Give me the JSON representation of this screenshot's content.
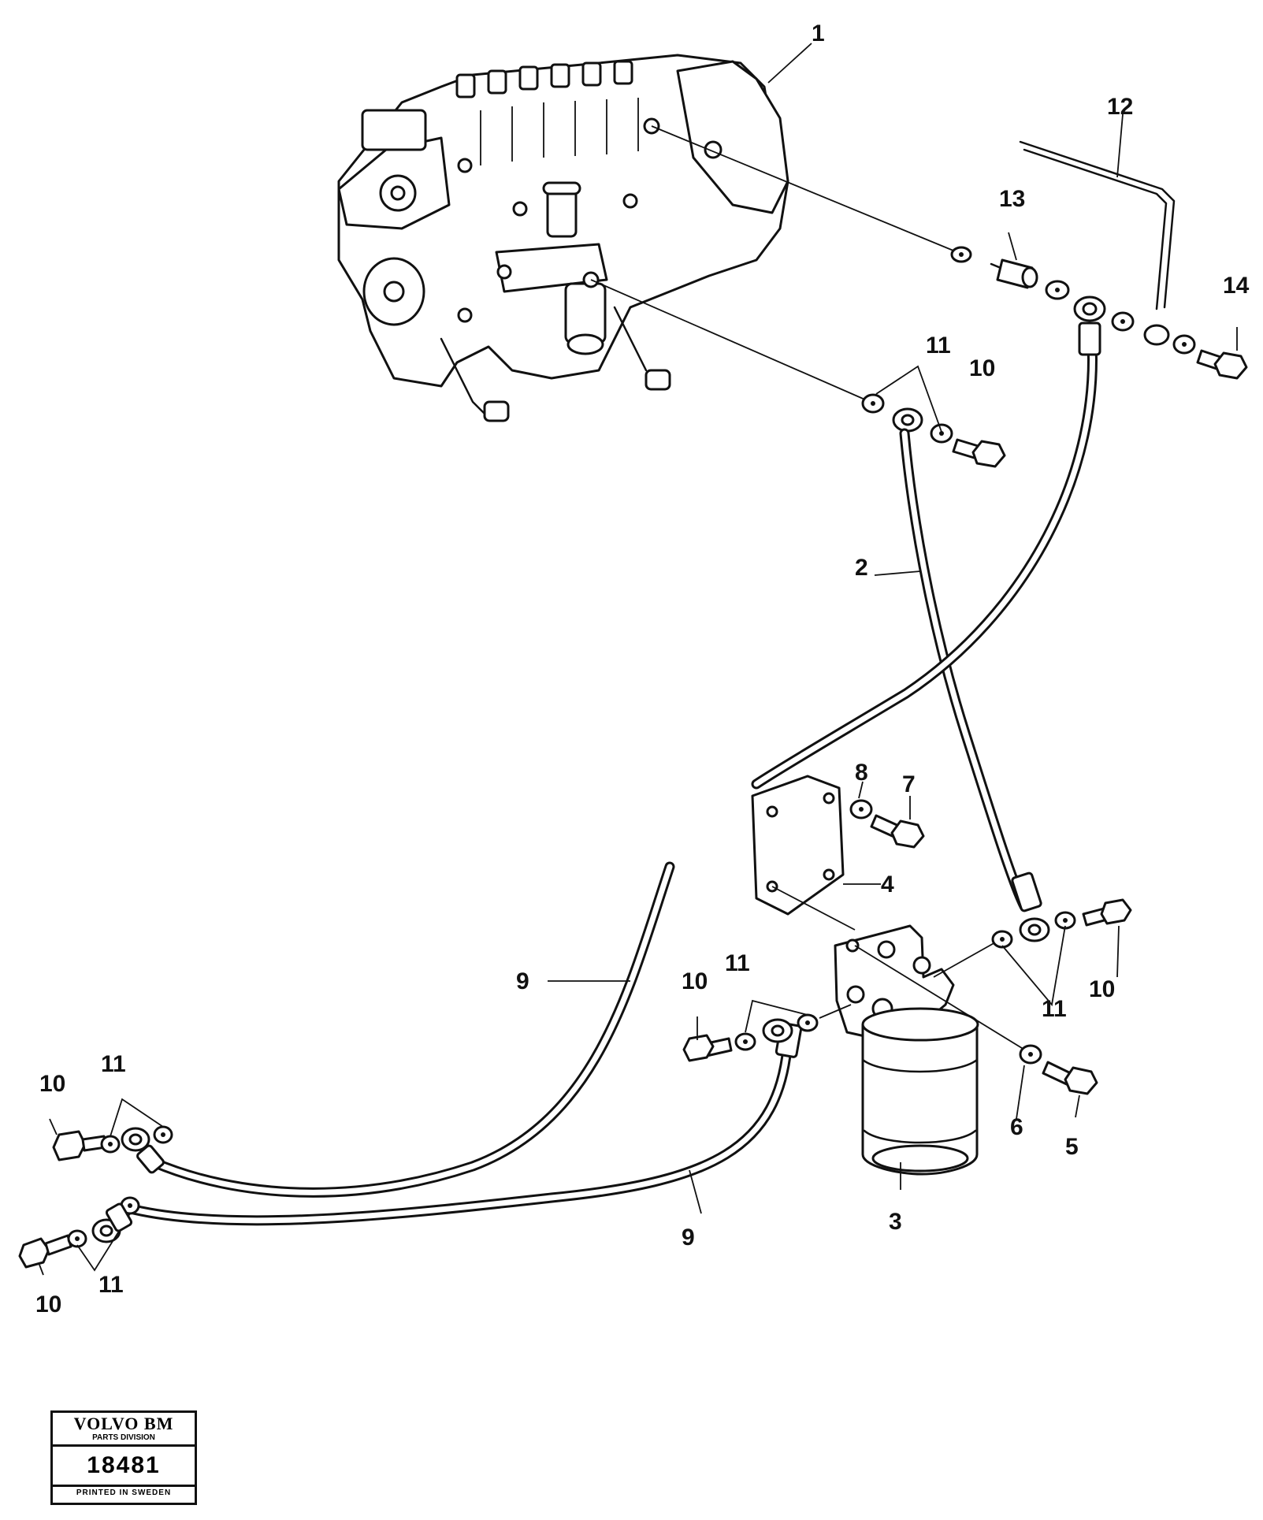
{
  "callouts": {
    "c1": "1",
    "c2": "2",
    "c3": "3",
    "c4": "4",
    "c5": "5",
    "c6": "6",
    "c7": "7",
    "c8": "8",
    "c9a": "9",
    "c9b": "9",
    "c10a": "10",
    "c10b": "10",
    "c10c": "10",
    "c10d": "10",
    "c10e": "10",
    "c11a": "11",
    "c11b": "11",
    "c11c": "11",
    "c11d": "11",
    "c11e": "11",
    "c12": "12",
    "c13": "13",
    "c14": "14"
  },
  "stamp": {
    "brand": "VOLVO BM",
    "division": "PARTS DIVISION",
    "number": "18481",
    "footer": "PRINTED IN SWEDEN"
  }
}
